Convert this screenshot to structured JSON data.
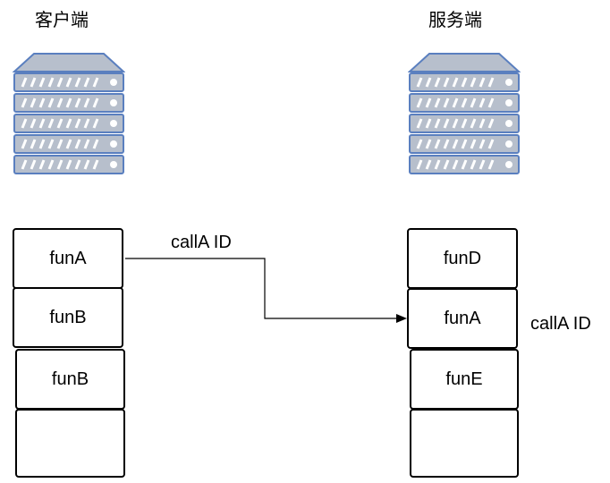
{
  "client": {
    "title": "客户端",
    "stack": [
      "funA",
      "funB",
      "funB",
      ""
    ]
  },
  "server": {
    "title": "服务端",
    "stack": [
      "funD",
      "funA",
      "funE",
      ""
    ]
  },
  "edges": {
    "request_label": "callA ID",
    "server_side_label": "callA ID"
  },
  "colors": {
    "server_body": "#b7bfcc",
    "server_stroke": "#5a7fbf",
    "server_light": "#ffffff"
  }
}
